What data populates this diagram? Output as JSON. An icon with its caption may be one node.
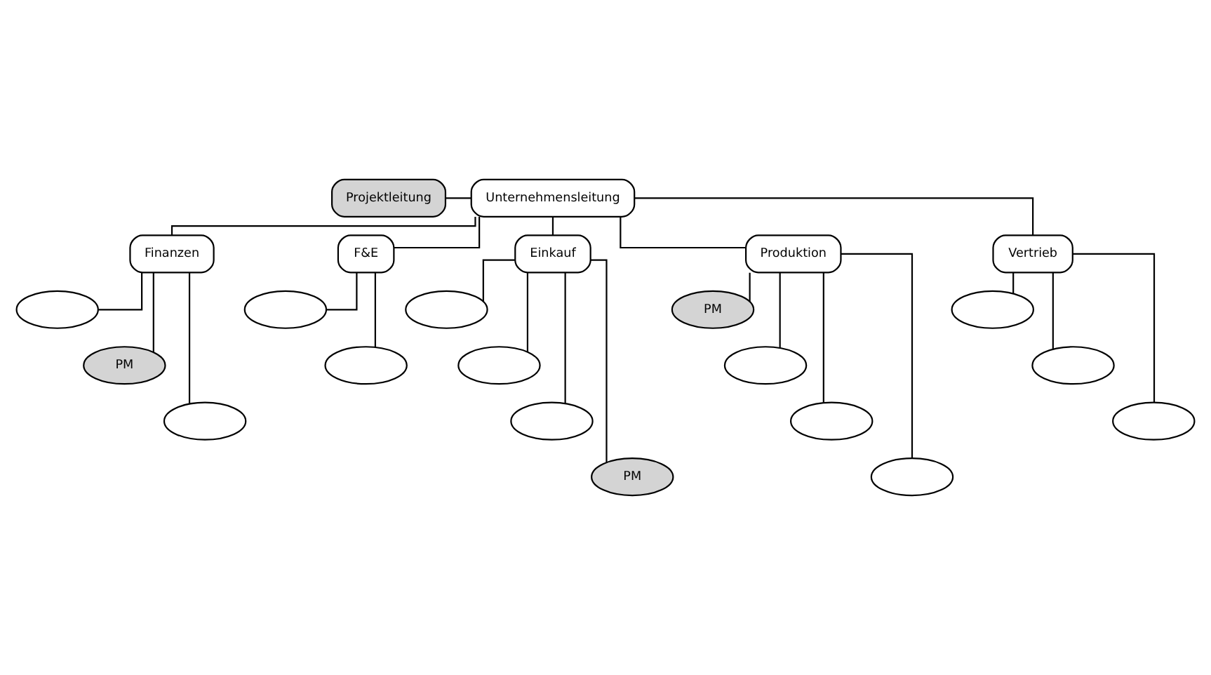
{
  "diagram": {
    "nodes": [
      {
        "text": [
          "Unternehmensleitung"
        ]
      },
      {
        "text": [
          "Projektleitung"
        ]
      },
      {
        "text": [
          "Finanzen"
        ]
      },
      {
        "text": [
          "F&E"
        ]
      },
      {
        "text": [
          "Einkauf"
        ]
      },
      {
        "text": [
          "Produktion"
        ]
      },
      {
        "text": [
          "Vertrieb"
        ]
      },
      {
        "text": [],
        "shape": "ellipse"
      },
      {
        "text": [
          "PM"
        ]
      },
      {
        "text": [],
        "shape": "ellipse"
      },
      {
        "text": [],
        "shape": "ellipse"
      },
      {
        "text": [],
        "shape": "ellipse"
      },
      {
        "text": [],
        "shape": "ellipse"
      },
      {
        "text": [],
        "shape": "ellipse"
      },
      {
        "text": [],
        "shape": "ellipse"
      },
      {
        "text": [
          "PM"
        ]
      },
      {
        "text": [
          "PM"
        ]
      },
      {
        "text": [],
        "shape": "ellipse"
      },
      {
        "text": [],
        "shape": "ellipse"
      },
      {
        "text": [],
        "shape": "ellipse"
      },
      {
        "text": [],
        "shape": "ellipse"
      },
      {
        "text": [],
        "shape": "ellipse"
      },
      {
        "text": [],
        "shape": "ellipse"
      }
    ],
    "edges": [
      {
        "from": 0,
        "to": 2,
        "arrow": "none"
      },
      {
        "from": 0,
        "to": 3,
        "arrow": "none"
      },
      {
        "from": 0,
        "to": 4,
        "arrow": "none"
      },
      {
        "from": 0,
        "to": 5,
        "arrow": "none"
      },
      {
        "from": 0,
        "to": 6,
        "arrow": "none"
      },
      {
        "from": 1,
        "to": 0,
        "arrow": "none"
      },
      {
        "from": 2,
        "to": 7,
        "arrow": "none"
      },
      {
        "from": 2,
        "to": 8,
        "arrow": "none"
      },
      {
        "from": 2,
        "to": 9,
        "arrow": "none"
      },
      {
        "from": 3,
        "to": 10,
        "arrow": "none"
      },
      {
        "from": 3,
        "to": 11,
        "arrow": "none"
      },
      {
        "from": 4,
        "to": 12,
        "arrow": "none"
      },
      {
        "from": 4,
        "to": 13,
        "arrow": "none"
      },
      {
        "from": 4,
        "to": 14,
        "arrow": "none"
      },
      {
        "from": 4,
        "to": 15,
        "arrow": "none"
      },
      {
        "from": 5,
        "to": 16,
        "arrow": "none"
      },
      {
        "from": 5,
        "to": 17,
        "arrow": "none"
      },
      {
        "from": 5,
        "to": 18,
        "arrow": "none"
      },
      {
        "from": 5,
        "to": 19,
        "arrow": "none"
      },
      {
        "from": 6,
        "to": 20,
        "arrow": "none"
      },
      {
        "from": 6,
        "to": 21,
        "arrow": "none"
      },
      {
        "from": 6,
        "to": 22,
        "arrow": "none"
      }
    ]
  }
}
